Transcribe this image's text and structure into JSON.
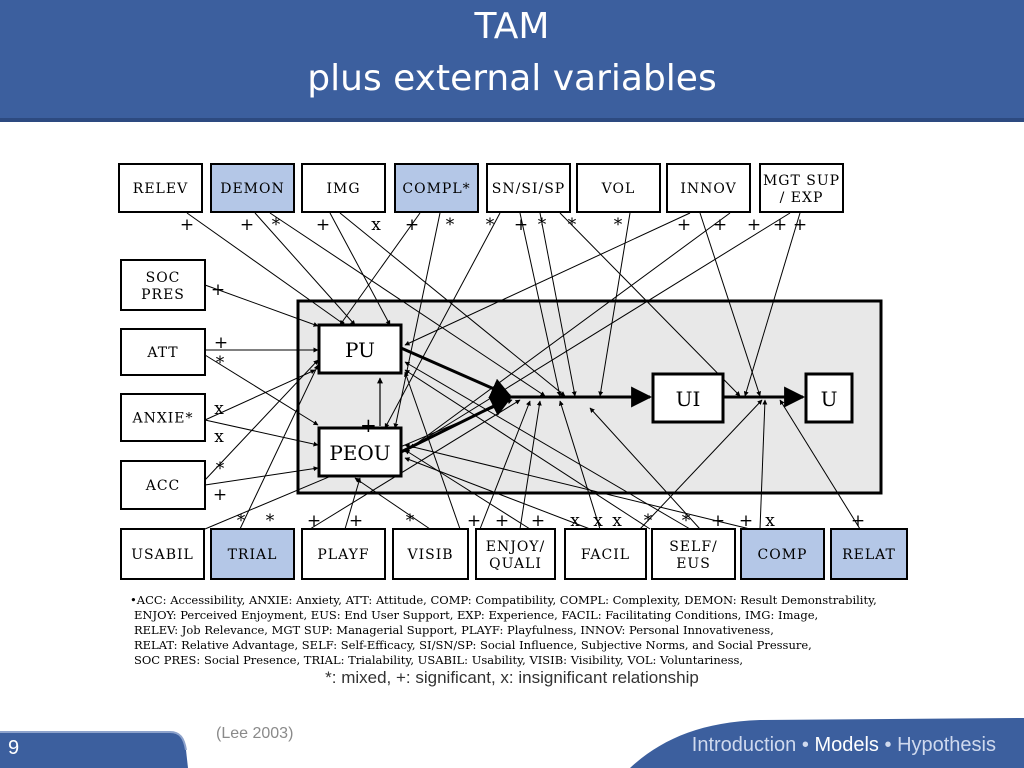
{
  "header": {
    "title_line1": "TAM",
    "title_line2": "plus external variables"
  },
  "top_boxes": [
    {
      "label": "RELEV",
      "highlight": false
    },
    {
      "label": "DEMON",
      "highlight": true
    },
    {
      "label": "IMG",
      "highlight": false
    },
    {
      "label": "COMPL*",
      "highlight": true
    },
    {
      "label": "SN/SI/SP",
      "highlight": false
    },
    {
      "label": "VOL",
      "highlight": false
    },
    {
      "label": "INNOV",
      "highlight": false
    },
    {
      "label": "MGT SUP / EXP",
      "line1": "MGT SUP",
      "line2": "/ EXP",
      "highlight": false
    }
  ],
  "left_boxes": [
    {
      "label": "SOC PRES",
      "line1": "SOC",
      "line2": "PRES"
    },
    {
      "label": "ATT"
    },
    {
      "label": "ANXIE*"
    },
    {
      "label": "ACC"
    }
  ],
  "bottom_boxes": [
    {
      "label": "USABIL",
      "highlight": false
    },
    {
      "label": "TRIAL",
      "highlight": true
    },
    {
      "label": "PLAYF",
      "highlight": false
    },
    {
      "label": "VISIB",
      "highlight": false
    },
    {
      "label": "ENJOY/ QUALI",
      "line1": "ENJOY/",
      "line2": "QUALI",
      "highlight": false
    },
    {
      "label": "FACIL",
      "highlight": false
    },
    {
      "label": "SELF/ EUS",
      "line1": "SELF/",
      "line2": "EUS",
      "highlight": false
    },
    {
      "label": "COMP",
      "highlight": true
    },
    {
      "label": "RELAT",
      "highlight": true
    }
  ],
  "core": {
    "pu": "PU",
    "peou": "PEOU",
    "ui": "UI",
    "u": "U",
    "plus": "+"
  },
  "marks": {
    "top": [
      "+",
      "+",
      "*",
      "+",
      "x",
      "+",
      "*",
      "*",
      "+",
      "*",
      "*",
      "*",
      "+",
      "+",
      "+",
      "+",
      "+"
    ],
    "left": [
      "+",
      "+",
      "*",
      "x",
      "x",
      "*",
      "+"
    ],
    "bottom": [
      "*",
      "*",
      "+",
      "+",
      "*",
      "+",
      "+",
      "+",
      "x",
      "x",
      "x",
      "*",
      "*",
      "+",
      "+",
      "x",
      "+"
    ]
  },
  "legend": [
    "•ACC: Accessibility, ANXIE: Anxiety, ATT: Attitude, COMP: Compatibility, COMPL: Complexity, DEMON: Result Demonstrability,",
    "ENJOY: Perceived Enjoyment, EUS: End User Support, EXP: Experience, FACIL: Facilitating Conditions, IMG: Image,",
    "RELEV: Job Relevance, MGT SUP: Managerial Support, PLAYF: Playfulness, INNOV: Personal Innovativeness,",
    "RELAT: Relative Advantage, SELF: Self-Efficacy, SI/SN/SP: Social Influence, Subjective Norms, and Social Pressure,",
    "SOC PRES: Social Presence, TRIAL: Trialability, USABIL: Usability, VISIB: Visibility, VOL: Voluntariness,"
  ],
  "keynote": "*: mixed, +: significant, x: insignificant relationship",
  "footer": {
    "citation": "(Lee 2003)",
    "page_number": "9",
    "nav": [
      "Introduction",
      "Models",
      "Hypothesis"
    ],
    "nav_separator": "•",
    "active": "Models"
  },
  "colors": {
    "header": "#3c5f9e",
    "highlight_box": "#b4c7e7",
    "core_frame": "#e8e8e8",
    "footer": "#3c5f9e"
  }
}
